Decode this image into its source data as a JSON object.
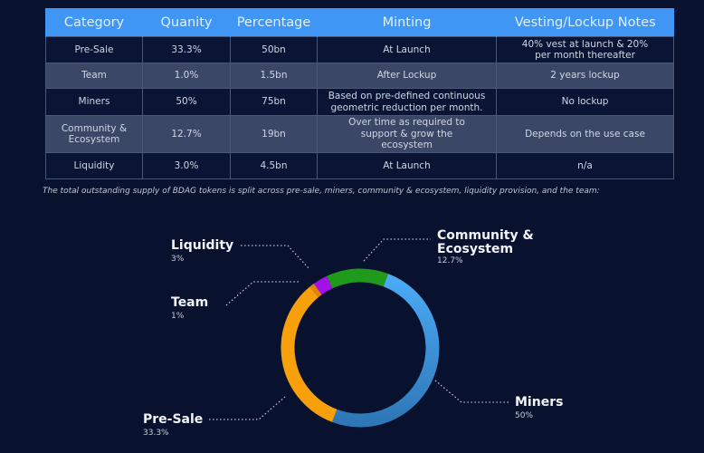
{
  "table": {
    "headers": [
      "Category",
      "Quanity",
      "Percentage",
      "Minting",
      "Vesting/Lockup Notes"
    ],
    "rows": [
      [
        "Pre-Sale",
        "33.3%",
        "50bn",
        "At Launch",
        "40% vest at launch & 20% per month thereafter"
      ],
      [
        "Team",
        "1.0%",
        "1.5bn",
        "After Lockup",
        "2 years lockup"
      ],
      [
        "Miners",
        "50%",
        "75bn",
        "Based on pre-defined continuous geometric reduction per month.",
        "No lockup"
      ],
      [
        "Community & Ecosystem",
        "12.7%",
        "19bn",
        "Over time as required to support & grow the ecosystem",
        "Depends on the use case"
      ],
      [
        "Liquidity",
        "3.0%",
        "4.5bn",
        "At Launch",
        "n/a"
      ]
    ]
  },
  "caption": "The total outstanding supply of BDAG tokens is split across pre-sale, miners, community & ecosystem, liquidity provision, and the team:",
  "labels": {
    "liquidity": {
      "name": "Liquidity",
      "pct": "3%"
    },
    "team": {
      "name": "Team",
      "pct": "1%"
    },
    "presale": {
      "name": "Pre-Sale",
      "pct": "33.3%"
    },
    "community": {
      "name": "Community & Ecosystem",
      "pct": "12.7%"
    },
    "miners": {
      "name": "Miners",
      "pct": "50%"
    }
  },
  "chart_data": {
    "type": "pie",
    "variant": "donut",
    "title": "",
    "categories": [
      "Community & Ecosystem",
      "Miners",
      "Pre-Sale",
      "Team",
      "Liquidity"
    ],
    "values": [
      12.7,
      50,
      33.3,
      1,
      3
    ],
    "colors": [
      "#1f9a1a",
      "#3ea0ef",
      "#f7a00c",
      "#e3820c",
      "#a212e8"
    ],
    "table_columns": [
      "Category",
      "Quanity",
      "Percentage",
      "Minting",
      "Vesting/Lockup Notes"
    ],
    "supply_bn": [
      19,
      75,
      50,
      1.5,
      4.5
    ],
    "legend_position": "callouts"
  }
}
